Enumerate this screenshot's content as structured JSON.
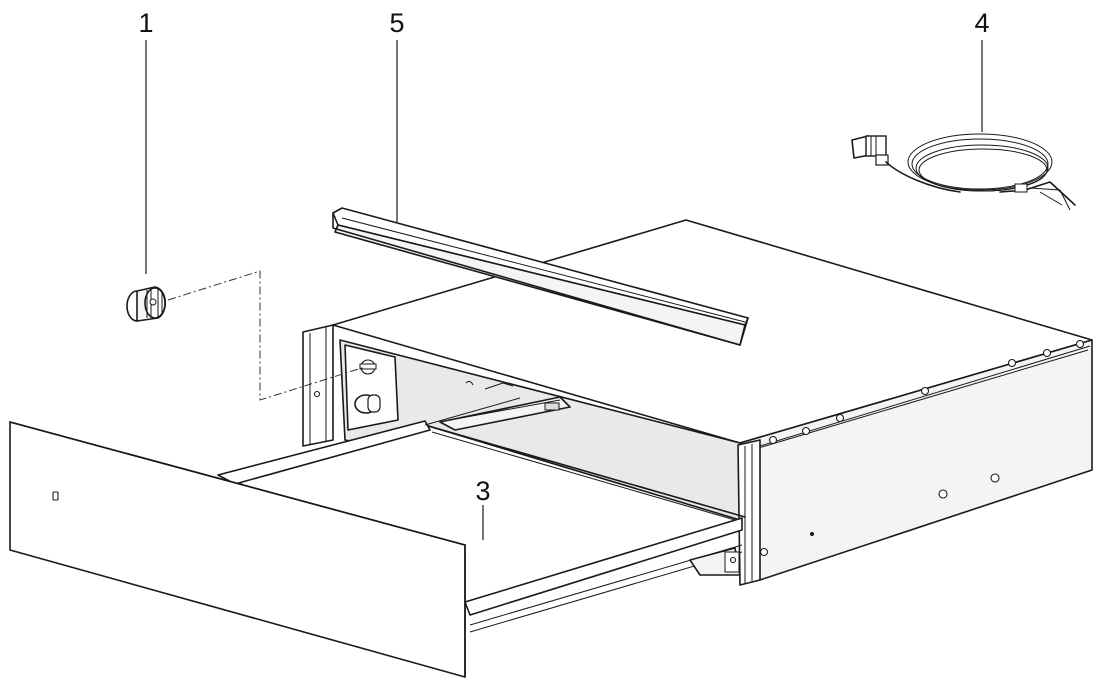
{
  "callouts": [
    {
      "id": "1",
      "label": "1"
    },
    {
      "id": "5",
      "label": "5"
    },
    {
      "id": "4",
      "label": "4"
    },
    {
      "id": "3",
      "label": "3"
    }
  ],
  "parts": {
    "knob": "knob-icon",
    "trim_strip": "trim-strip-icon",
    "power_cable": "power-cable-icon",
    "drawer": "drawer-icon",
    "housing": "housing-icon"
  }
}
